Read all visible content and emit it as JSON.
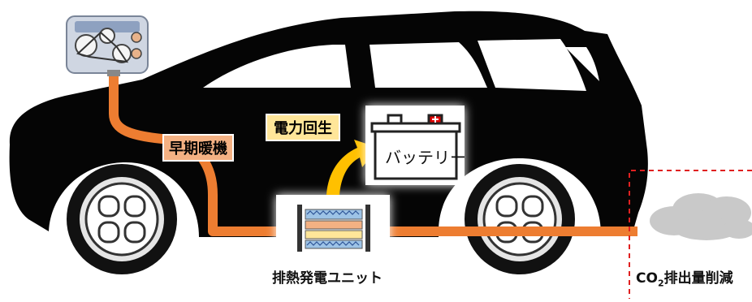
{
  "labels": {
    "early_warmup": "早期暖機",
    "power_regeneration": "電力回生",
    "battery": "バッテリー",
    "exhaust_heat_unit": "排熱発電ユニット",
    "co2_prefix": "CO",
    "co2_subscript": "2",
    "co2_suffix": "排出量削減"
  },
  "colors": {
    "car_body": "#050505",
    "pipe": "#ed7d31",
    "early_warmup_bg": "#f4b183",
    "regen_bg": "#ffe699",
    "arrow": "#ffc000",
    "exhaust_cloud": "#c9c9c9",
    "dashed_border": "#e02020",
    "battery_terminal_plus": "#e00000"
  },
  "icons": {
    "engine": "engine-icon",
    "battery": "battery-icon",
    "exhaust": "exhaust-cloud-icon",
    "wheel": "wheel-icon"
  }
}
